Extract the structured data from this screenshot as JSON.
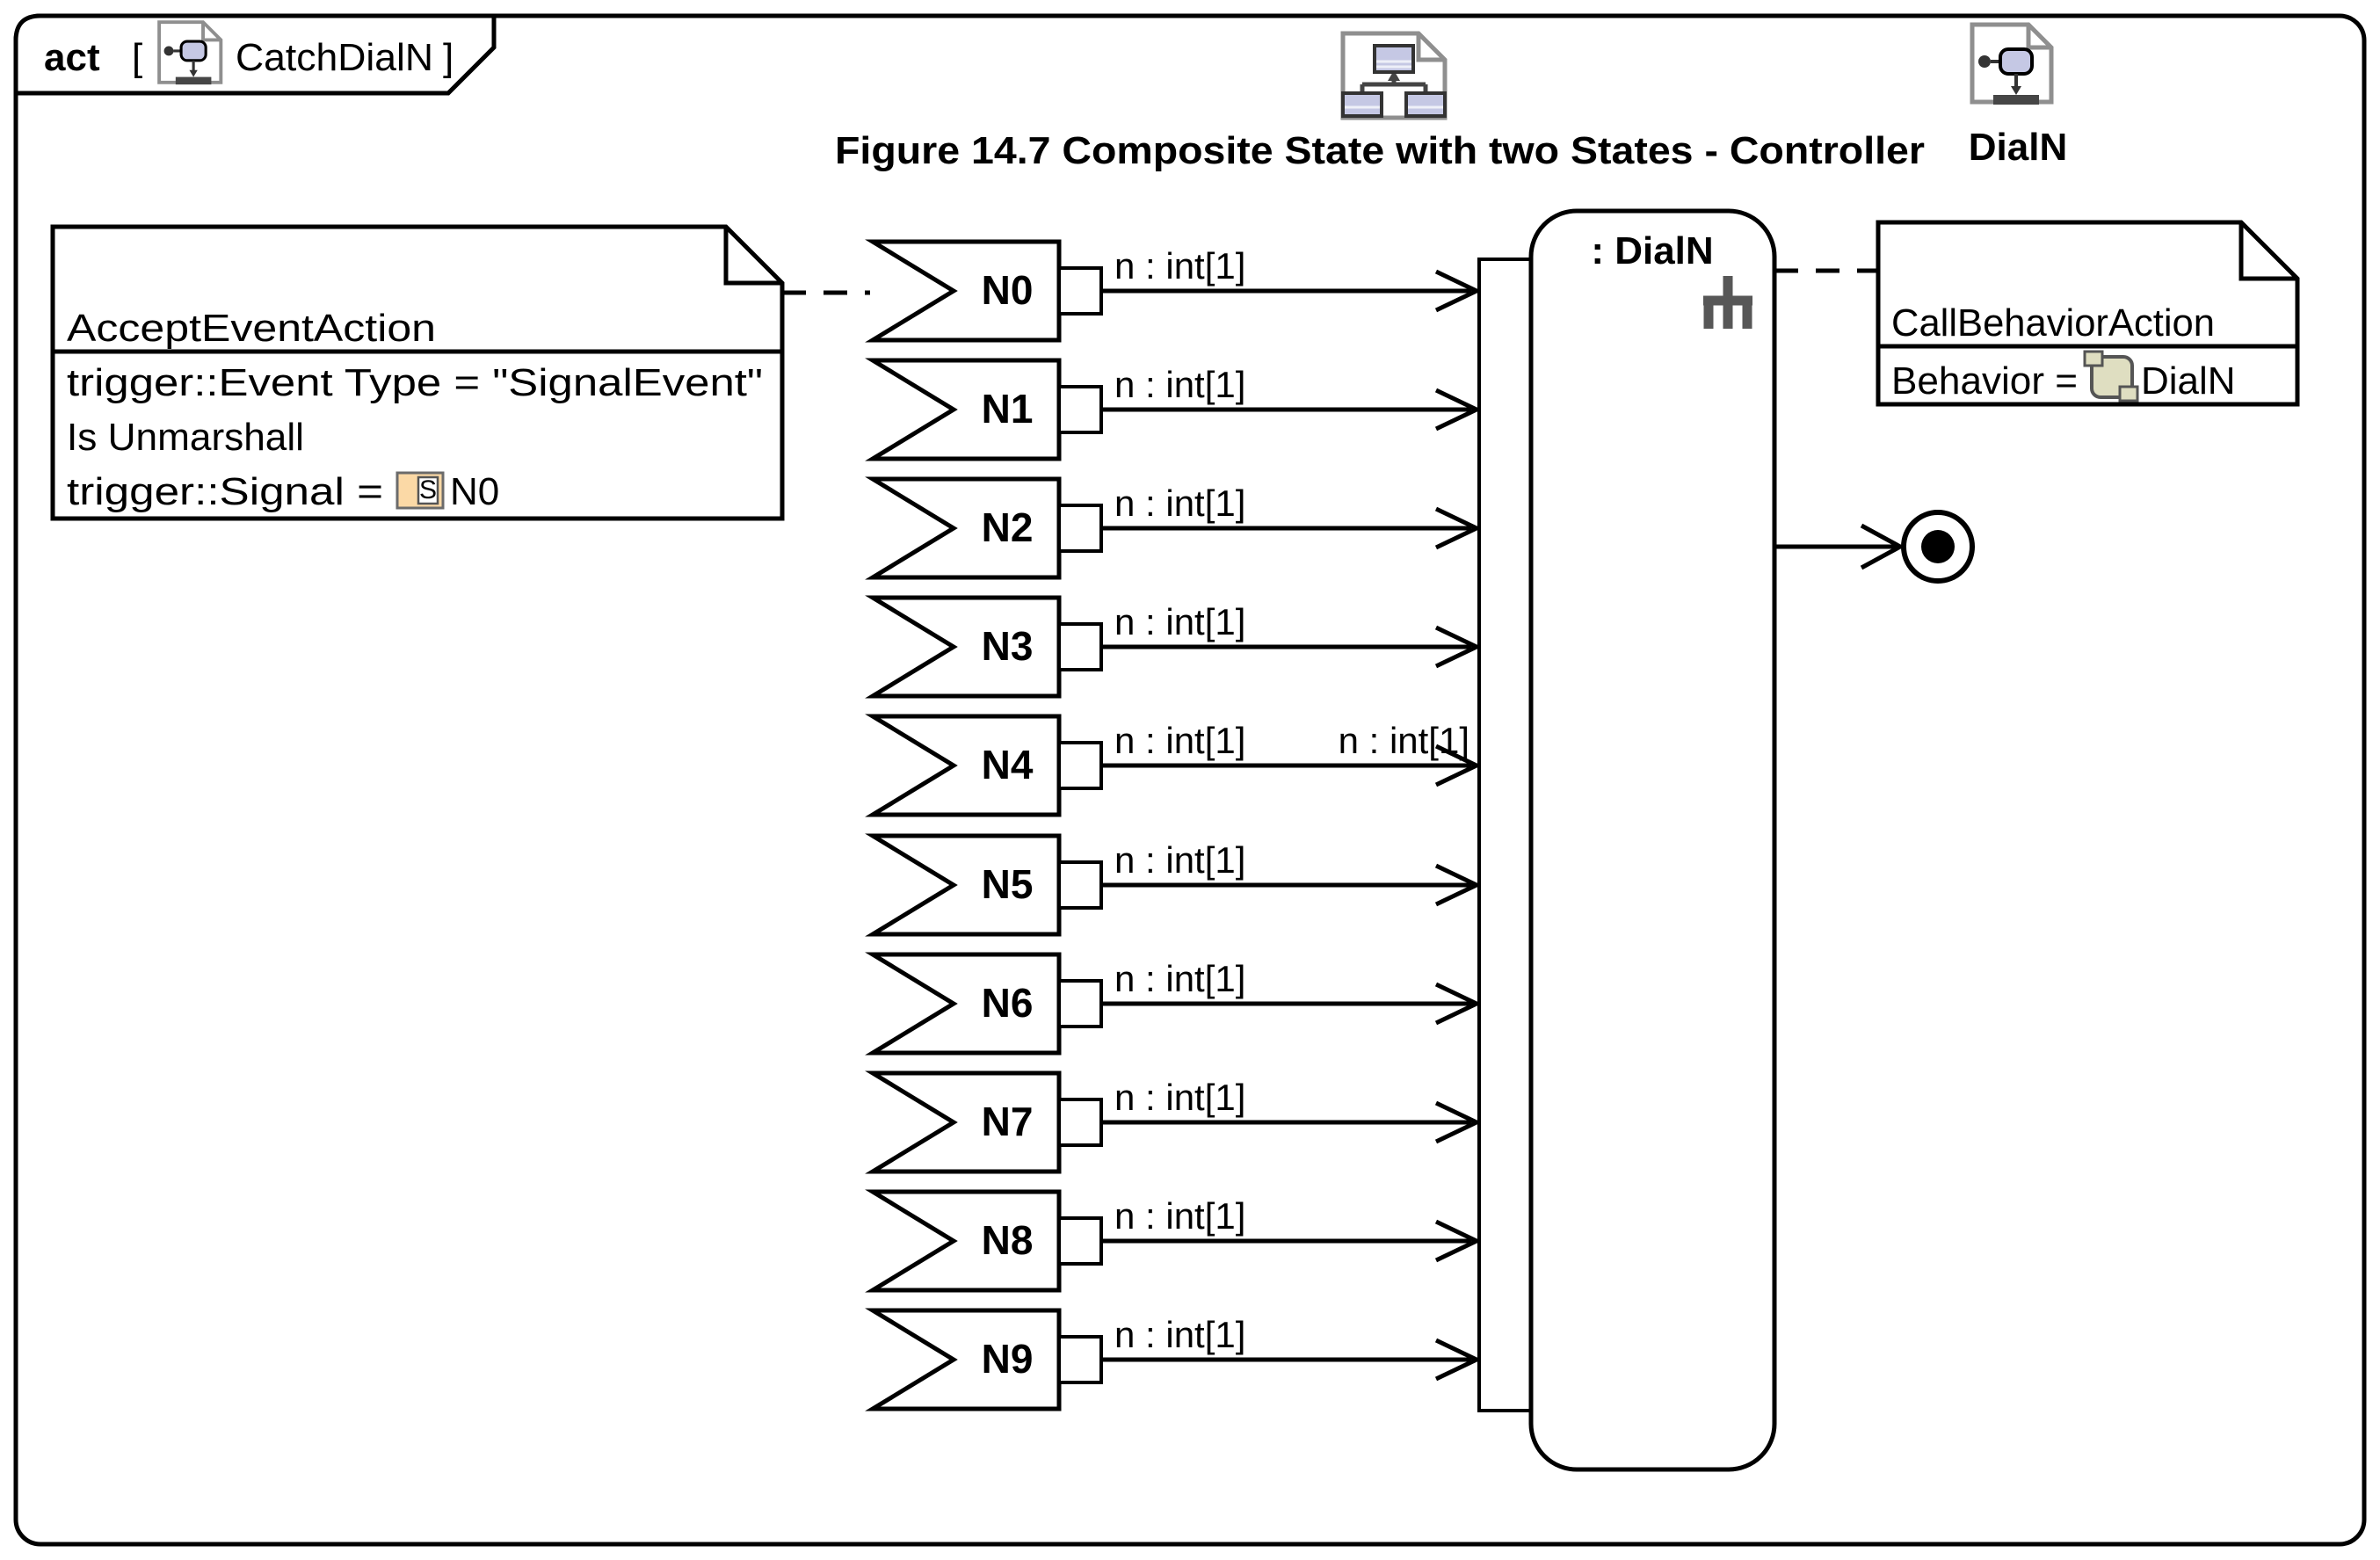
{
  "frame": {
    "tab": {
      "keyword": "act",
      "bracket_open": "[",
      "diagram_name": "CatchDialN",
      "bracket_close": "]"
    }
  },
  "header": {
    "caption": "Figure 14.7 Composite State with two States - Controller",
    "activity_label": "DialN"
  },
  "accept_event_note": {
    "title": "AcceptEventAction",
    "line1": "trigger::Event Type = \"SignalEvent\"",
    "line2": "Is Unmarshall",
    "line3_prefix": "trigger::Signal = ",
    "signal_icon_letter": "S",
    "line3_value": "N0"
  },
  "signals": [
    {
      "label": "N0",
      "pin_label": "n : int[1]"
    },
    {
      "label": "N1",
      "pin_label": "n : int[1]"
    },
    {
      "label": "N2",
      "pin_label": "n : int[1]"
    },
    {
      "label": "N3",
      "pin_label": "n : int[1]"
    },
    {
      "label": "N4",
      "pin_label": "n : int[1]"
    },
    {
      "label": "N5",
      "pin_label": "n : int[1]"
    },
    {
      "label": "N6",
      "pin_label": "n : int[1]"
    },
    {
      "label": "N7",
      "pin_label": "n : int[1]"
    },
    {
      "label": "N8",
      "pin_label": "n : int[1]"
    },
    {
      "label": "N9",
      "pin_label": "n : int[1]"
    }
  ],
  "action": {
    "title": ": DialN",
    "input_pin_extra_label": "n : int[1]"
  },
  "call_behavior_note": {
    "title": "CallBehaviorAction",
    "line_prefix": "Behavior = ",
    "line_value": "DialN"
  },
  "colors": {
    "line": "#000000",
    "rake": "#575757",
    "doc_border": "#8f8f8f",
    "node_fill": "#c5c8e4",
    "dark_bar": "#464646",
    "signal_icon_fill": "#fbd9a6",
    "behavior_icon_fill": "#dfdec1"
  }
}
